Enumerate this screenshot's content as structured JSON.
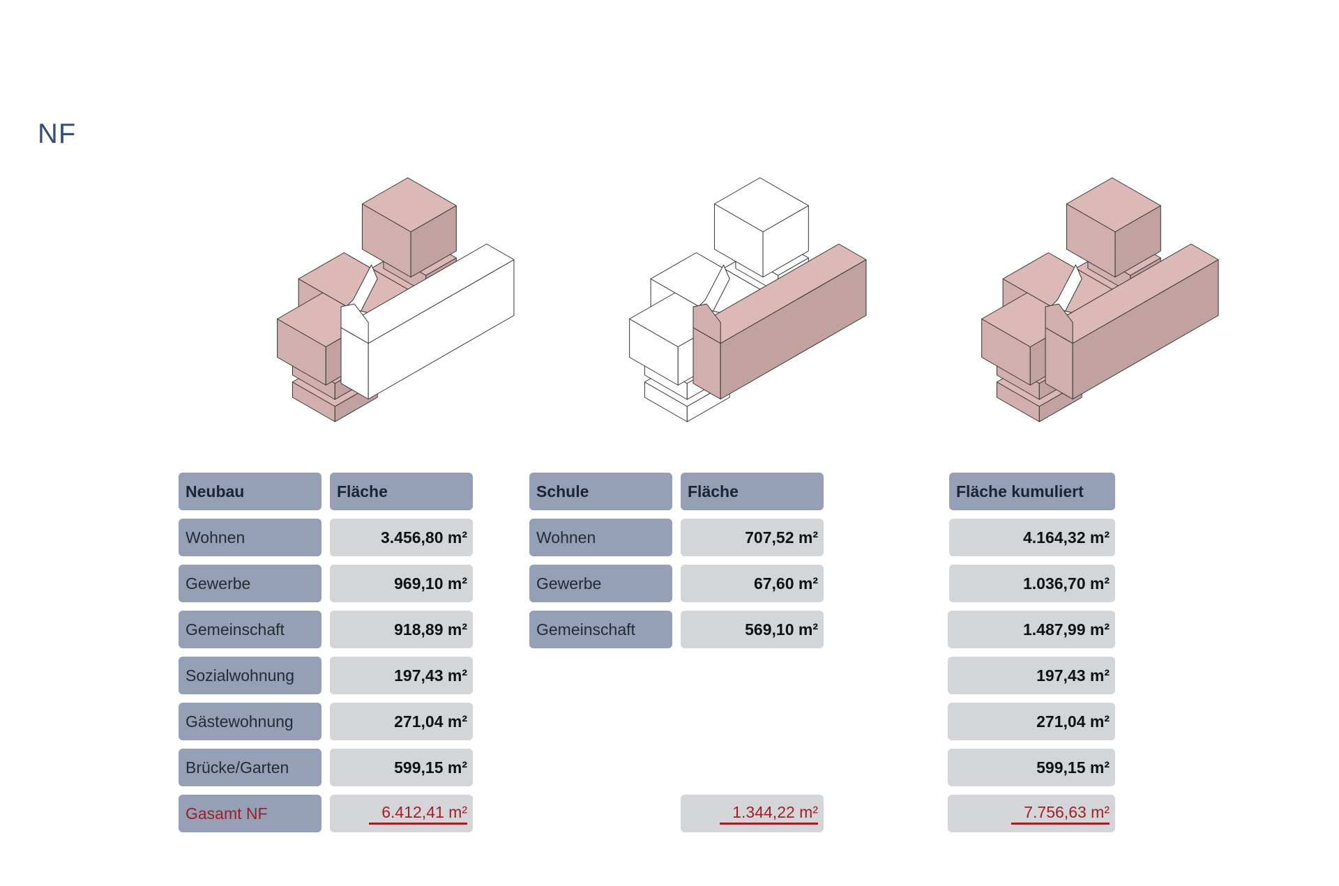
{
  "title": "NF",
  "colors": {
    "highlight": "#dcb8b7",
    "header": "#95a0b6",
    "value": "#d4d5d9",
    "total": "#9e1f28",
    "title": "#34507a"
  },
  "tables": {
    "neubau": {
      "header": [
        "Neubau",
        "Fläche"
      ],
      "rows": [
        [
          "Wohnen",
          "3.456,80 m²"
        ],
        [
          "Gewerbe",
          "969,10 m²"
        ],
        [
          "Gemeinschaft",
          "918,89 m²"
        ],
        [
          "Sozialwohnung",
          "197,43 m²"
        ],
        [
          "Gästewohnung",
          "271,04 m²"
        ],
        [
          "Brücke/Garten",
          "599,15 m²"
        ]
      ],
      "total": [
        "Gasamt NF",
        "6.412,41 m²"
      ]
    },
    "schule": {
      "header": [
        "Schule",
        "Fläche"
      ],
      "rows": [
        [
          "Wohnen",
          "707,52 m²"
        ],
        [
          "Gewerbe",
          "67,60 m²"
        ],
        [
          "Gemeinschaft",
          "569,10 m²"
        ]
      ],
      "total": "1.344,22 m²"
    },
    "kumuliert": {
      "header": "Fläche kumuliert",
      "rows": [
        "4.164,32 m²",
        "1.036,70 m²",
        "1.487,99 m²",
        "197,43 m²",
        "271,04 m²",
        "599,15 m²"
      ],
      "total": "7.756,63 m²"
    }
  },
  "diagrams": [
    {
      "highlight": [
        "left",
        "back",
        "right"
      ]
    },
    {
      "highlight": [
        "long"
      ]
    },
    {
      "highlight": [
        "left",
        "back",
        "right",
        "long"
      ]
    }
  ]
}
